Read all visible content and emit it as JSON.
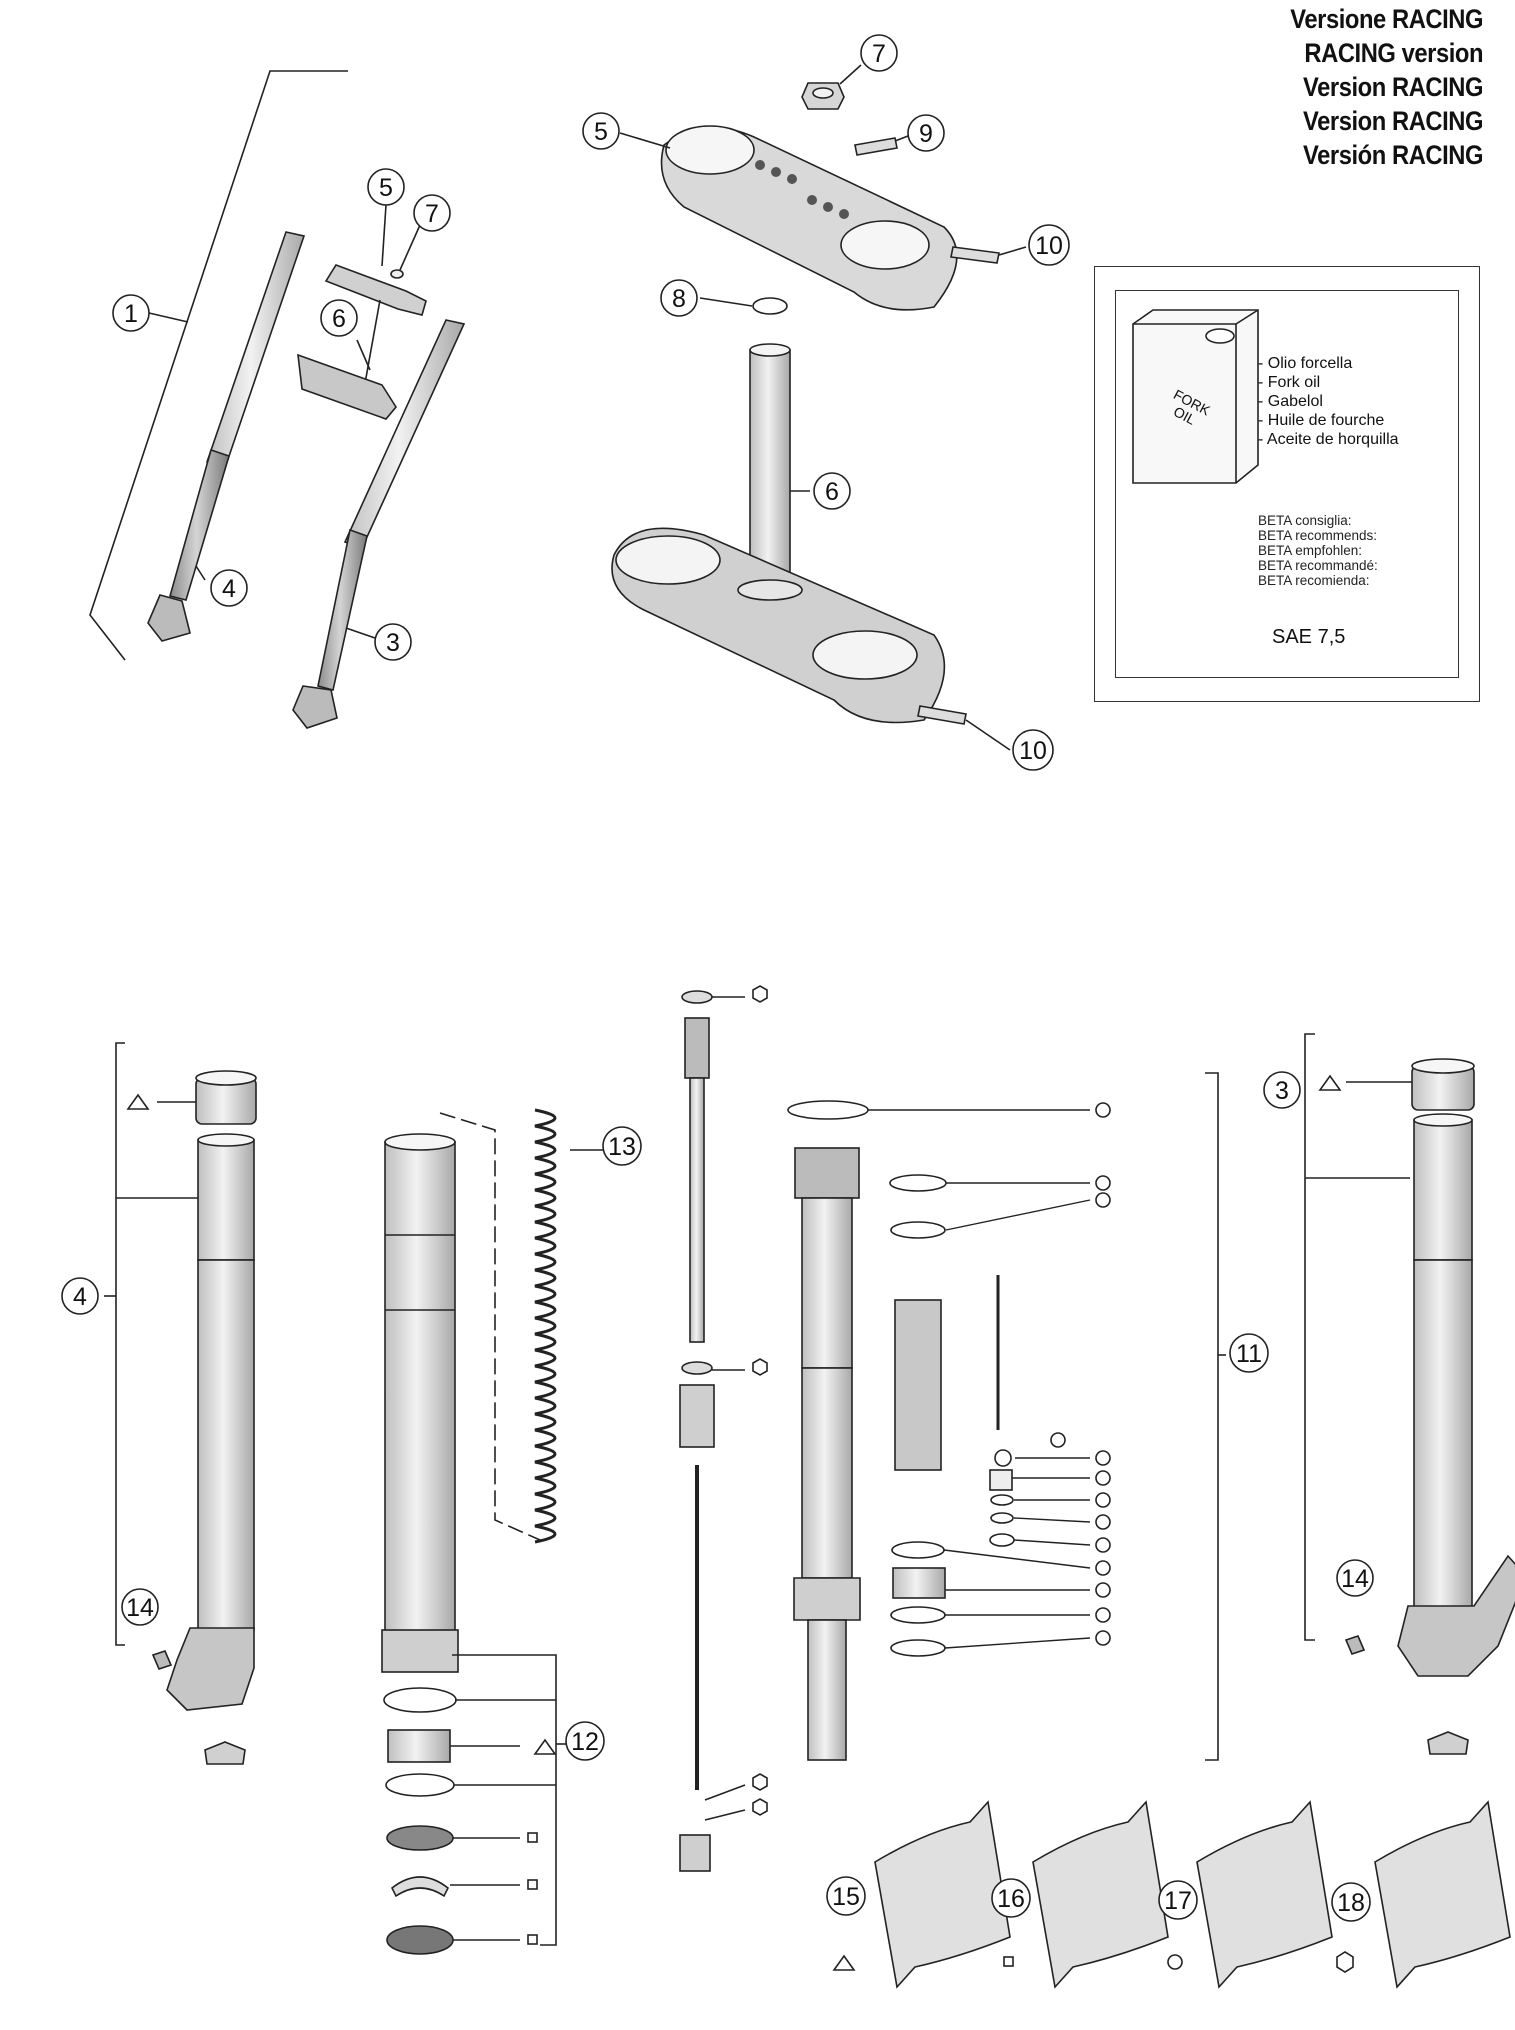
{
  "header": {
    "versions": [
      "Versione RACING",
      "RACING version",
      "Version RACING",
      "Version RACING",
      "Versión RACING"
    ]
  },
  "oil_box": {
    "can_label_1": "FORK",
    "can_label_2": "OIL",
    "names": [
      "- Olio forcella",
      "- Fork oil",
      "- Gabelol",
      "- Huile de fourche",
      "- Aceite de horquilla"
    ],
    "recommends": [
      "BETA consiglia:",
      "BETA recommends:",
      "BETA empfohlen:",
      "BETA recommandé:",
      "BETA recomienda:"
    ],
    "grade": "SAE 7,5"
  },
  "callouts": {
    "top": [
      "1",
      "5",
      "7",
      "6",
      "4",
      "3",
      "7",
      "5",
      "9",
      "10",
      "8",
      "6",
      "10"
    ],
    "bottom": [
      "4",
      "14",
      "13",
      "12",
      "3",
      "11",
      "14",
      "15",
      "16",
      "17",
      "18"
    ]
  },
  "colors": {
    "line": "#222222",
    "part_fill": "#d9d9d9",
    "part_dark": "#9a9a9a"
  }
}
